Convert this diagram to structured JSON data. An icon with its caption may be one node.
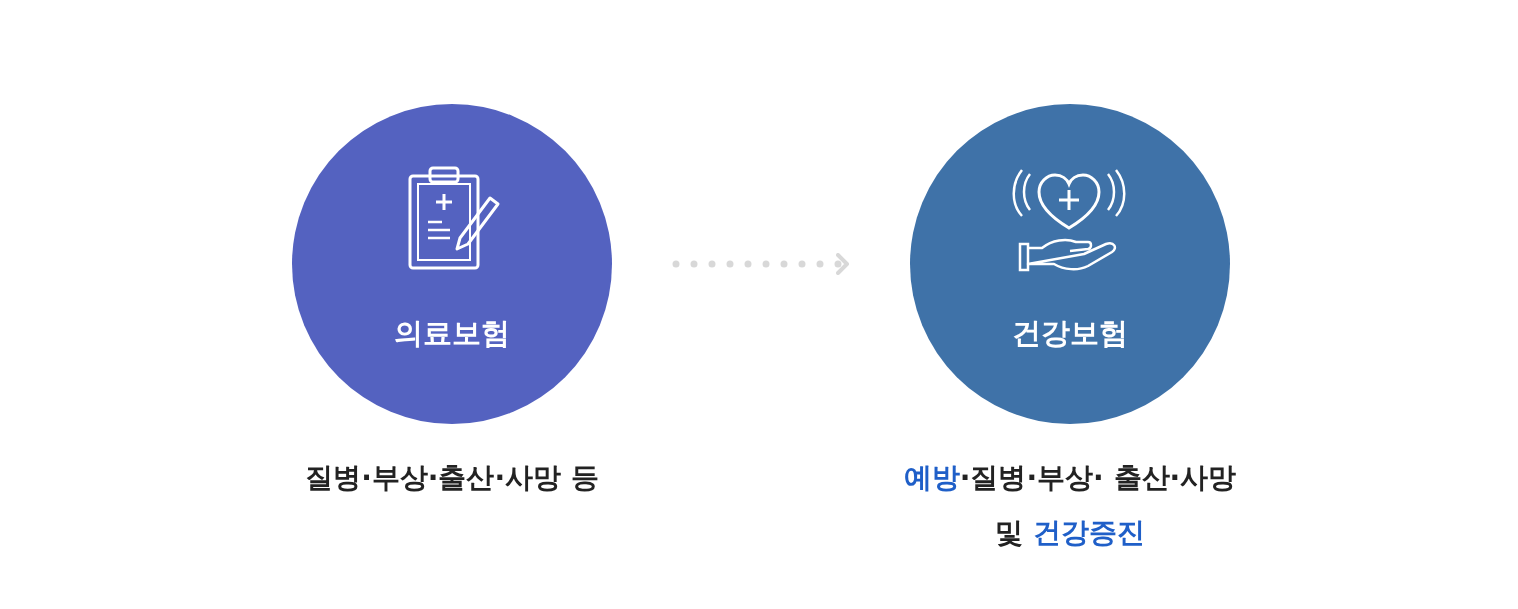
{
  "diagram": {
    "nodes": [
      {
        "text": [
          "의료보험"
        ],
        "beside": [
          "질병·부상·출산·사망 등"
        ]
      },
      {
        "text": [
          "건강보험"
        ],
        "beside": [
          "**예방**·질병·부상· 출산·사망 및 **건강증진**"
        ]
      }
    ],
    "edges": [
      {
        "from": 0,
        "to": 1,
        "arrow": "to"
      }
    ]
  }
}
